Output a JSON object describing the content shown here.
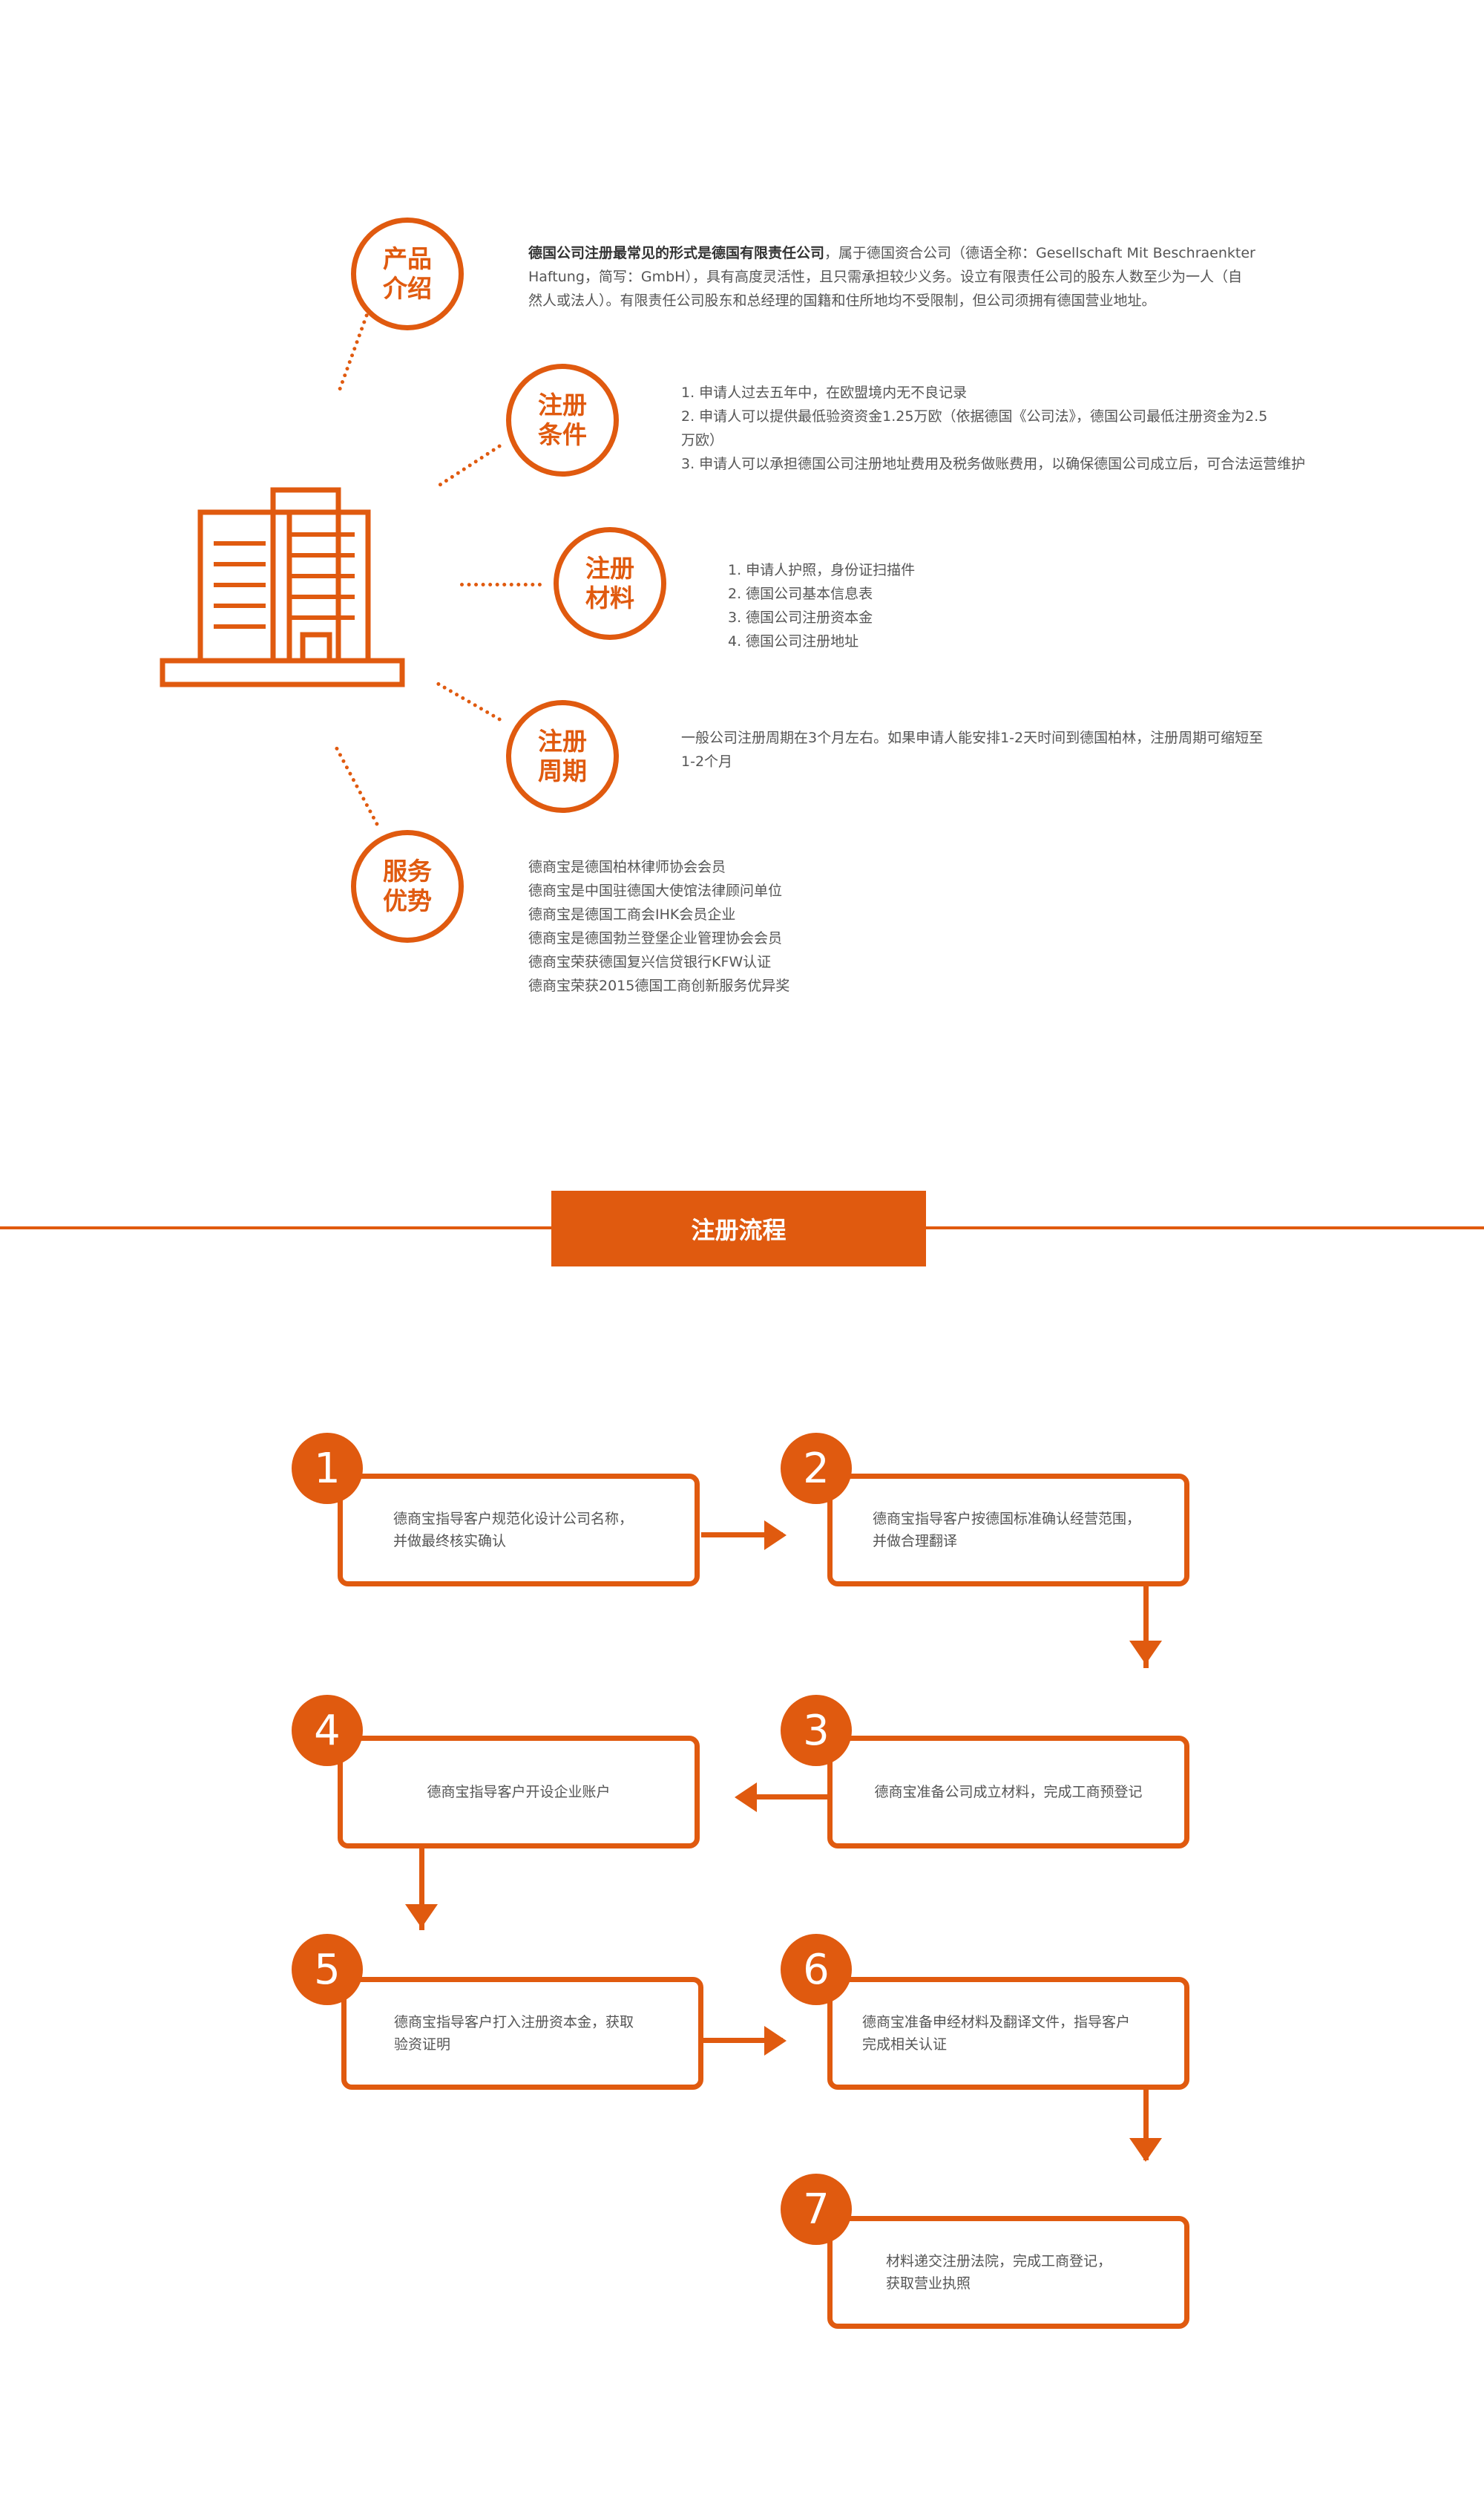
{
  "intro": {
    "items": [
      {
        "label_lines": [
          "产品",
          "介绍"
        ],
        "lines": [
          {
            "bold": "德国公司注册最常见的形式是德国有限责任公司",
            "text": "，属于德国资合公司（德语全称：Gesellschaft Mit Beschraenkter"
          },
          {
            "text": "Haftung，简写：GmbH），具有高度灵活性，且只需承担较少义务。设立有限责任公司的股东人数至少为一人（自"
          },
          {
            "text": "然人或法人）。有限责任公司股东和总经理的国籍和住所地均不受限制，但公司须拥有德国营业地址。"
          }
        ]
      },
      {
        "label_lines": [
          "注册",
          "条件"
        ],
        "lines": [
          {
            "text": "1. 申请人过去五年中，在欧盟境内无不良记录"
          },
          {
            "text": "2. 申请人可以提供最低验资资金1.25万欧（依据德国《公司法》，德国公司最低注册资金为2.5"
          },
          {
            "text": "万欧）"
          },
          {
            "text": "3. 申请人可以承担德国公司注册地址费用及税务做账费用，以确保德国公司成立后，可合法运营维护"
          }
        ]
      },
      {
        "label_lines": [
          "注册",
          "材料"
        ],
        "lines": [
          {
            "text": "1. 申请人护照，身份证扫描件"
          },
          {
            "text": "2. 德国公司基本信息表"
          },
          {
            "text": "3. 德国公司注册资本金"
          },
          {
            "text": "4. 德国公司注册地址"
          }
        ]
      },
      {
        "label_lines": [
          "注册",
          "周期"
        ],
        "lines": [
          {
            "text": "一般公司注册周期在3个月左右。如果申请人能安排1-2天时间到德国柏林，注册周期可缩短至"
          },
          {
            "text": "1-2个月"
          }
        ]
      },
      {
        "label_lines": [
          "服务",
          "优势"
        ],
        "lines": [
          {
            "text": "德商宝是德国柏林律师协会会员"
          },
          {
            "text": "德商宝是中国驻德国大使馆法律顾问单位"
          },
          {
            "text": "德商宝是德国工商会IHK会员企业"
          },
          {
            "text": "德商宝是德国勃兰登堡企业管理协会会员"
          },
          {
            "text": "德商宝荣获德国复兴信贷银行KFW认证"
          },
          {
            "text": "德商宝荣获2015德国工商创新服务优异奖"
          }
        ]
      }
    ]
  },
  "process": {
    "title": "注册流程",
    "steps": [
      {
        "num": "1",
        "lines": [
          "德商宝指导客户规范化设计公司名称，",
          "并做最终核实确认"
        ]
      },
      {
        "num": "2",
        "lines": [
          "德商宝指导客户按德国标准确认经营范围，",
          "并做合理翻译"
        ]
      },
      {
        "num": "3",
        "lines": [
          "德商宝准备公司成立材料，完成工商预登记"
        ]
      },
      {
        "num": "4",
        "lines": [
          "德商宝指导客户开设企业账户"
        ]
      },
      {
        "num": "5",
        "lines": [
          "德商宝指导客户打入注册资本金，获取",
          "验资证明"
        ]
      },
      {
        "num": "6",
        "lines": [
          "德商宝准备申经材料及翻译文件，指导客户",
          "完成相关认证"
        ]
      },
      {
        "num": "7",
        "lines": [
          "材料递交注册法院，完成工商登记，",
          "获取营业执照"
        ]
      }
    ]
  },
  "colors": {
    "accent": "#e05a0f",
    "text": "#555555"
  }
}
